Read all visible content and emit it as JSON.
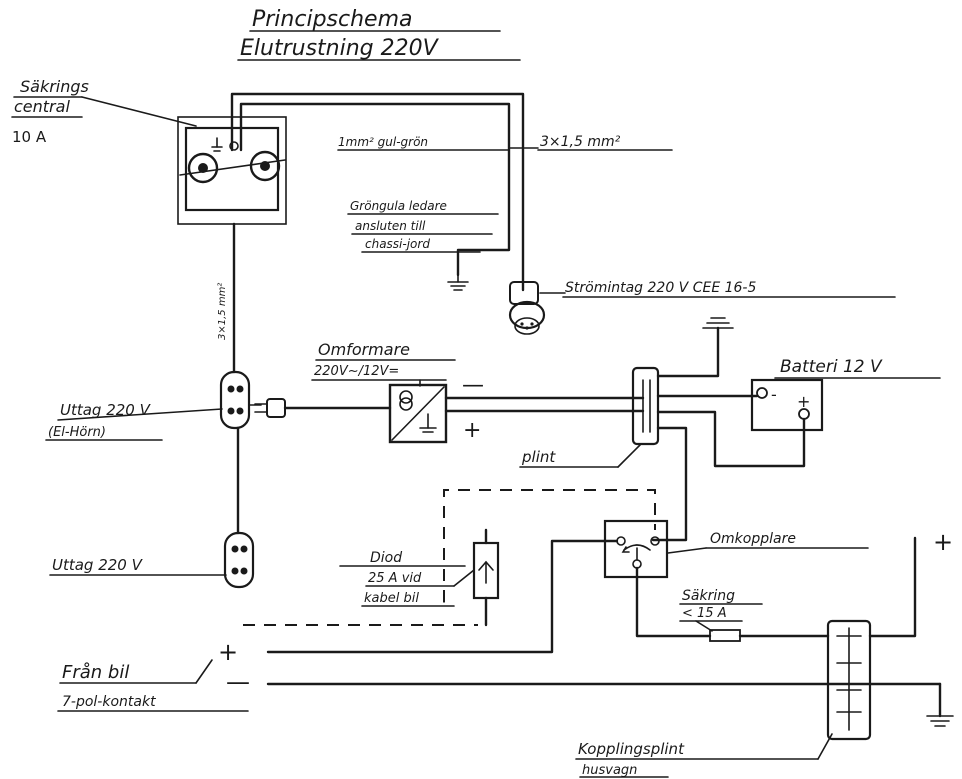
{
  "title": {
    "line1": "Principschema",
    "line2": "Elutrustning 220V"
  },
  "labels": {
    "fuse_central_1": "Säkrings",
    "fuse_central_2": "central",
    "fuse_central_3": "10 A",
    "wire_green": "1mm² gul-grön",
    "wire_3x": "3×1,5 mm²",
    "ground_note_1": "Gröngula ledare",
    "ground_note_2": "ansluten till",
    "ground_note_3": "chassi-jord",
    "inlet": "Strömintag 220 V CEE 16-5",
    "wire_vertical": "3×1,5 mm²",
    "converter_1": "Omformare",
    "converter_2": "220V~/12V=",
    "battery": "Batteri 12 V",
    "outlet_1a": "Uttag 220 V",
    "outlet_1b": "(El-Hörn)",
    "outlet_2": "Uttag 220 V",
    "plint": "plint",
    "switch": "Omkopplare",
    "diode_1": "Diod",
    "diode_2": "25 A vid",
    "diode_3": "kabel bil",
    "fuse": "Säkring",
    "fuse_value": "< 15 A",
    "from_car_1": "Från bil",
    "from_car_2": "7-pol-kontakt",
    "terminal_1": "Kopplingsplint",
    "terminal_2": "husvagn"
  },
  "symbols": {
    "minus": "—",
    "plus": "+",
    "batt_minus": "-",
    "batt_plus": "+",
    "right_plus": "+"
  }
}
